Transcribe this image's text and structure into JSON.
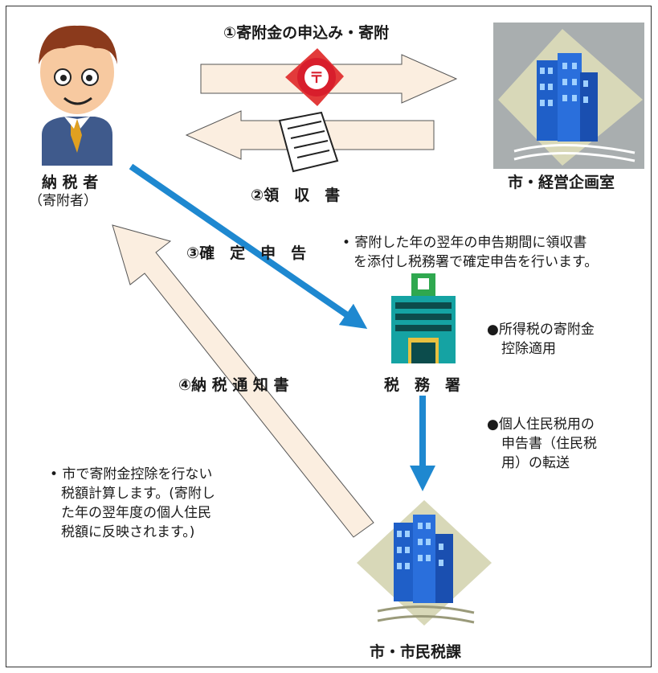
{
  "step1": "①寄附金の申込み・寄附",
  "step2": "②領　収　書",
  "step3": "③確　定　申　告",
  "step4": "④納 税 通 知 書",
  "donor": {
    "name": "納 税 者",
    "sub": "（寄附者）"
  },
  "city_planning": "市・経営企画室",
  "tax_office": "税　務　署",
  "city_tax": "市・市民税課",
  "note_filing": [
    "• 寄附した年の翌年の申告期間に領収書",
    "を添付し税務署で確定申告を行います。"
  ],
  "note_income_tax": [
    "●所得税の寄附金",
    "控除適用"
  ],
  "note_transfer": [
    "●個人住民税用の",
    "申告書（住民税",
    "用）の転送"
  ],
  "note_city_calc": [
    "• 市で寄附金控除を行ない",
    "税額計算します。(寄附し",
    "た年の翌年度の個人住民",
    "税額に反映されます。)"
  ],
  "colors": {
    "arrow_pale": "#fbeee0",
    "arrow_blue": "#1e88d0",
    "building": "#1f5fc8",
    "diamond": "#d8d8b8"
  }
}
